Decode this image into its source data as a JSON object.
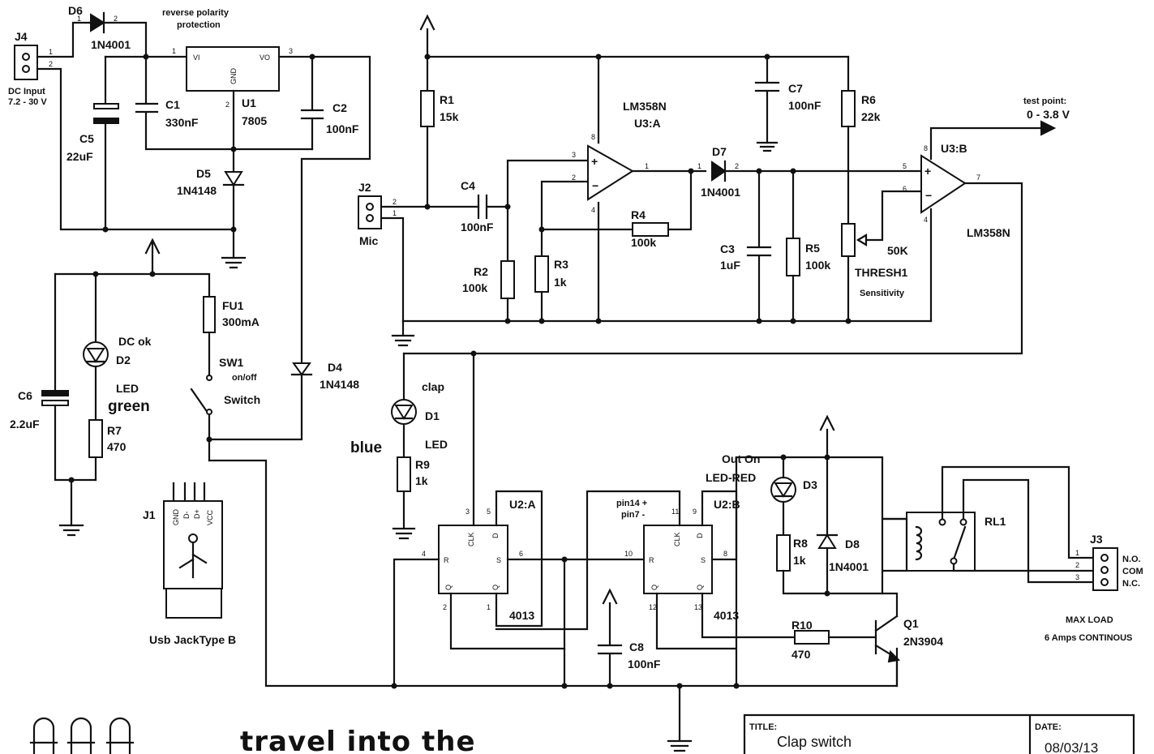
{
  "power": {
    "j4": "J4",
    "dc_input": "DC Input",
    "dc_range": "7.2 - 30 V",
    "d6": "D6",
    "d6_val": "1N4001",
    "rev_line1": "reverse polarity",
    "rev_line2": "protection",
    "c5": "C5",
    "c5_val": "22uF",
    "c1": "C1",
    "c1_val": "330nF",
    "u1": "U1",
    "u1_val": "7805",
    "u1_vi": "VI",
    "u1_vo": "VO",
    "u1_gnd": "GND",
    "c2": "C2",
    "c2_val": "100nF",
    "d5": "D5",
    "d5_val": "1N4148",
    "fu1": "FU1",
    "fu1_val": "300mA",
    "sw1": "SW1",
    "sw1_state": "on/off",
    "sw1_type": "Switch",
    "d4": "D4",
    "d4_val": "1N4148",
    "d2_label": "DC ok",
    "d2": "D2",
    "led": "LED",
    "green": "green",
    "r7": "R7",
    "r7_val": "470",
    "c6": "C6",
    "c6_val": "2.2uF",
    "j1": "J1",
    "j1_name": "Usb JackType B",
    "usb_gnd": "GND",
    "usb_dm": "D-",
    "usb_dp": "D+",
    "usb_vcc": "VCC"
  },
  "mic": {
    "r1": "R1",
    "r1_val": "15k",
    "j2": "J2",
    "j2_name": "Mic",
    "c4": "C4",
    "c4_val": "100nF",
    "r2": "R2",
    "r2_val": "100k",
    "r3": "R3",
    "r3_val": "1k",
    "r4": "R4",
    "r4_val": "100k",
    "u3a_name": "LM358N",
    "u3a": "U3:A",
    "d7": "D7",
    "d7_val": "1N4001",
    "c3": "C3",
    "c3_val": "1uF",
    "r5": "R5",
    "r5_val": "100k",
    "c7": "C7",
    "c7_val": "100nF",
    "r6": "R6",
    "r6_val": "22k",
    "pot_val": "50K",
    "thresh": "THRESH1",
    "sensitivity": "Sensitivity",
    "u3b": "U3:B",
    "u3b_name": "LM358N",
    "tp_label": "test point:",
    "tp_range": "0 - 3.8 V"
  },
  "logic": {
    "clap": "clap",
    "d1": "D1",
    "blue": "blue",
    "led": "LED",
    "r9": "R9",
    "r9_val": "1k",
    "u2a": "U2:A",
    "u2a_type": "4013",
    "u2b": "U2:B",
    "u2b_type": "4013",
    "pin_note1": "pin14 +",
    "pin_note2": "pin7 -",
    "c8": "C8",
    "c8_val": "100nF",
    "out_on": "Out On",
    "led_red": "LED-RED",
    "d3": "D3",
    "r8": "R8",
    "r8_val": "1k",
    "d8": "D8",
    "d8_val": "1N4001",
    "r10": "R10",
    "r10_val": "470",
    "q1": "Q1",
    "q1_val": "2N3904",
    "rl1": "RL1",
    "j3": "J3",
    "no": "N.O.",
    "com": "COM",
    "nc": "N.C.",
    "max_load": "MAX LOAD",
    "max_amps": "6 Amps CONTINOUS",
    "ff_clk": "CLK",
    "ff_d": "D",
    "ff_r": "R",
    "ff_s": "S",
    "ff_q": "Q",
    "ff_qb": "Q"
  },
  "footer": {
    "banner": "travel into the",
    "title_label": "TITLE:",
    "title_value": "Clap switch",
    "date_label": "DATE:",
    "date_value": "08/03/13"
  }
}
